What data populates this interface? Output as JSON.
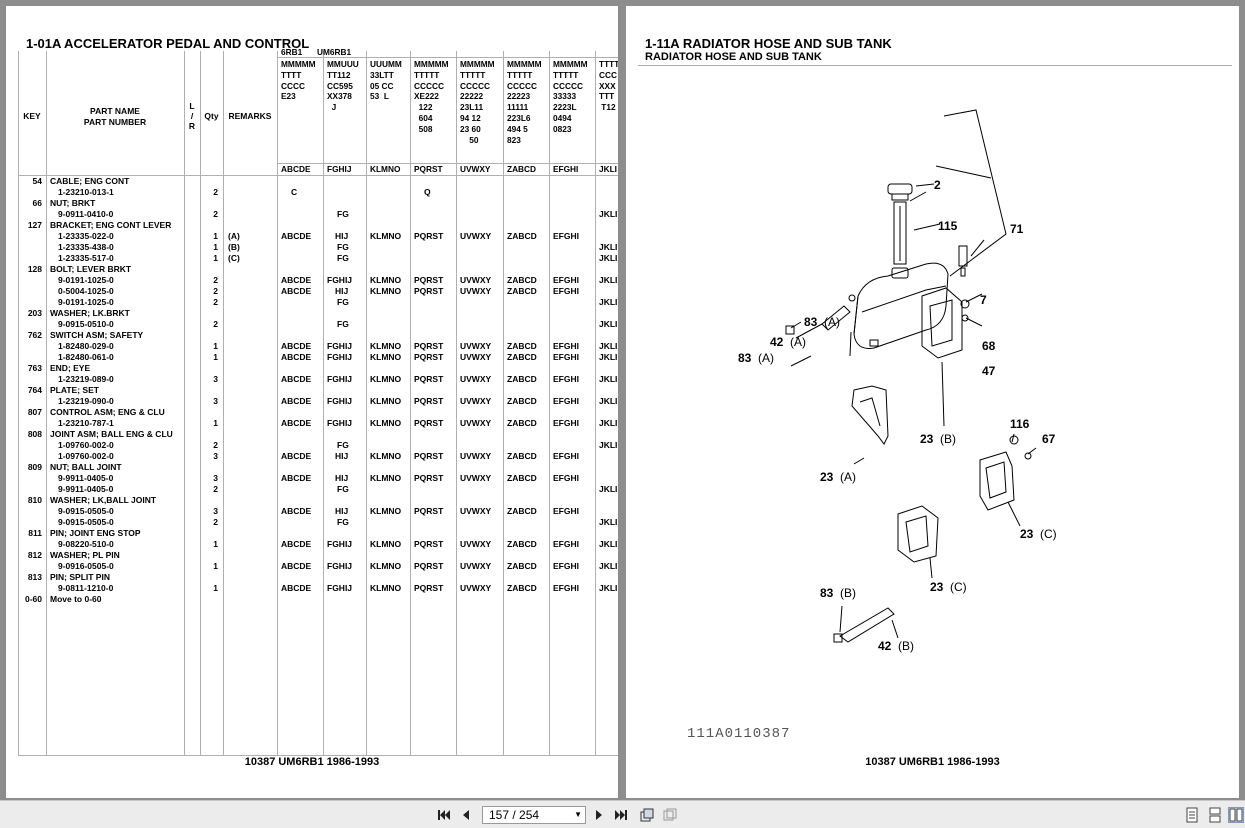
{
  "left_page": {
    "title": "1-01A  ACCELERATOR PEDAL AND CONTROL",
    "footer": "10387 UM6RB1 1986-1993",
    "headers": {
      "key": "KEY",
      "part_name": "PART NAME",
      "part_number": "PART NUMBER",
      "lr": "L\n/\nR",
      "qty": "Qty",
      "remarks": "REMARKS"
    },
    "model_codes": [
      "6RB1",
      "UM6RB1"
    ],
    "model_columns": [
      "MMMMM\nTTTT\nCCCC\nE23",
      "MMUUU\nTT112\nCC595\nXX378\n  J",
      "UUUMM\n33LTT\n05 CC\n53  L",
      "MMMMM\nTTTTT\nCCCCC\nXE222\n  122\n  604\n  508",
      "MMMMM\nTTTTT\nCCCCC\n22222\n23L11\n94 12\n23 60\n    50",
      "MMMMM\nTTTTT\nCCCCC\n22223\n11111\n223L6\n494 5\n823",
      "MMMMM\nTTTTT\nCCCCC\n33333\n2223L\n0494\n0823",
      "TTTT\nCCC\nXXX\nTTT\n T12"
    ],
    "col_keys": [
      "ABCDE",
      "FGHIJ",
      "KLMNO",
      "PQRST",
      "UVWXY",
      "ZABCD",
      "EFGHI",
      "JKLI"
    ],
    "rows": [
      {
        "key": "54",
        "name": "CABLE; ENG CONT"
      },
      {
        "pn": "1-23210-013-1",
        "qty": "2",
        "m": [
          "C",
          "",
          "",
          "Q",
          "",
          "",
          "",
          ""
        ]
      },
      {
        "key": "66",
        "name": "NUT; BRKT"
      },
      {
        "pn": "9-0911-0410-0",
        "qty": "2",
        "m": [
          "",
          "FG",
          "",
          "",
          "",
          "",
          "",
          "JKLI"
        ]
      },
      {
        "key": "127",
        "name": "BRACKET; ENG CONT LEVER"
      },
      {
        "pn": "1-23335-022-0",
        "qty": "1",
        "rem": "(A)",
        "m": [
          "ABCDE",
          "  HIJ",
          "KLMNO",
          "PQRST",
          "UVWXY",
          "ZABCD",
          "EFGHI",
          ""
        ]
      },
      {
        "pn": "1-23335-438-0",
        "qty": "1",
        "rem": "(B)",
        "m": [
          "",
          "FG",
          "",
          "",
          "",
          "",
          "",
          "JKLI"
        ]
      },
      {
        "pn": "1-23335-517-0",
        "qty": "1",
        "rem": "(C)",
        "m": [
          "",
          "FG",
          "",
          "",
          "",
          "",
          "",
          "JKLI"
        ]
      },
      {
        "key": "128",
        "name": "BOLT; LEVER BRKT"
      },
      {
        "pn": "9-0191-1025-0",
        "qty": "2",
        "m": [
          "ABCDE",
          "FGHIJ",
          "KLMNO",
          "PQRST",
          "UVWXY",
          "ZABCD",
          "EFGHI",
          "JKLI"
        ]
      },
      {
        "pn": "0-5004-1025-0",
        "qty": "2",
        "m": [
          "ABCDE",
          "  HIJ",
          "KLMNO",
          "PQRST",
          "UVWXY",
          "ZABCD",
          "EFGHI",
          ""
        ]
      },
      {
        "pn": "9-0191-1025-0",
        "qty": "2",
        "m": [
          "",
          "FG",
          "",
          "",
          "",
          "",
          "",
          "JKLI"
        ]
      },
      {
        "key": "203",
        "name": "WASHER; LK.BRKT"
      },
      {
        "pn": "9-0915-0510-0",
        "qty": "2",
        "m": [
          "",
          "FG",
          "",
          "",
          "",
          "",
          "",
          "JKLI"
        ]
      },
      {
        "key": "762",
        "name": "SWITCH ASM; SAFETY"
      },
      {
        "pn": "1-82480-029-0",
        "qty": "1",
        "m": [
          "ABCDE",
          "FGHIJ",
          "KLMNO",
          "PQRST",
          "UVWXY",
          "ZABCD",
          "EFGHI",
          "JKLI"
        ]
      },
      {
        "pn": "1-82480-061-0",
        "qty": "1",
        "m": [
          "ABCDE",
          "FGHIJ",
          "KLMNO",
          "PQRST",
          "UVWXY",
          "ZABCD",
          "EFGHI",
          "JKLI"
        ]
      },
      {
        "key": "763",
        "name": "END; EYE"
      },
      {
        "pn": "1-23219-089-0",
        "qty": "3",
        "m": [
          "ABCDE",
          "FGHIJ",
          "KLMNO",
          "PQRST",
          "UVWXY",
          "ZABCD",
          "EFGHI",
          "JKLI"
        ]
      },
      {
        "key": "764",
        "name": "PLATE; SET"
      },
      {
        "pn": "1-23219-090-0",
        "qty": "3",
        "m": [
          "ABCDE",
          "FGHIJ",
          "KLMNO",
          "PQRST",
          "UVWXY",
          "ZABCD",
          "EFGHI",
          "JKLI"
        ]
      },
      {
        "key": "807",
        "name": "CONTROL ASM; ENG & CLU"
      },
      {
        "pn": "1-23210-787-1",
        "qty": "1",
        "m": [
          "ABCDE",
          "FGHIJ",
          "KLMNO",
          "PQRST",
          "UVWXY",
          "ZABCD",
          "EFGHI",
          "JKLI"
        ]
      },
      {
        "key": "808",
        "name": "JOINT ASM; BALL ENG & CLU"
      },
      {
        "pn": "1-09760-002-0",
        "qty": "2",
        "m": [
          "",
          "FG",
          "",
          "",
          "",
          "",
          "",
          "JKLI"
        ]
      },
      {
        "pn": "1-09760-002-0",
        "qty": "3",
        "m": [
          "ABCDE",
          "  HIJ",
          "KLMNO",
          "PQRST",
          "UVWXY",
          "ZABCD",
          "EFGHI",
          ""
        ]
      },
      {
        "key": "809",
        "name": "NUT; BALL JOINT"
      },
      {
        "pn": "9-9911-0405-0",
        "qty": "3",
        "m": [
          "ABCDE",
          "  HIJ",
          "KLMNO",
          "PQRST",
          "UVWXY",
          "ZABCD",
          "EFGHI",
          ""
        ]
      },
      {
        "pn": "9-9911-0405-0",
        "qty": "2",
        "m": [
          "",
          "FG",
          "",
          "",
          "",
          "",
          "",
          "JKLI"
        ]
      },
      {
        "key": "810",
        "name": "WASHER; LK,BALL JOINT"
      },
      {
        "pn": "9-0915-0505-0",
        "qty": "3",
        "m": [
          "ABCDE",
          "  HIJ",
          "KLMNO",
          "PQRST",
          "UVWXY",
          "ZABCD",
          "EFGHI",
          ""
        ]
      },
      {
        "pn": "9-0915-0505-0",
        "qty": "2",
        "m": [
          "",
          "FG",
          "",
          "",
          "",
          "",
          "",
          "JKLI"
        ]
      },
      {
        "key": "811",
        "name": "PIN; JOINT ENG STOP"
      },
      {
        "pn": "9-08220-510-0",
        "qty": "1",
        "m": [
          "ABCDE",
          "FGHIJ",
          "KLMNO",
          "PQRST",
          "UVWXY",
          "ZABCD",
          "EFGHI",
          "JKLI"
        ]
      },
      {
        "key": "812",
        "name": "WASHER; PL PIN"
      },
      {
        "pn": "9-0916-0505-0",
        "qty": "1",
        "m": [
          "ABCDE",
          "FGHIJ",
          "KLMNO",
          "PQRST",
          "UVWXY",
          "ZABCD",
          "EFGHI",
          "JKLI"
        ]
      },
      {
        "key": "813",
        "name": "PIN; SPLIT PIN"
      },
      {
        "pn": "9-0811-1210-0",
        "qty": "1",
        "m": [
          "ABCDE",
          "FGHIJ",
          "KLMNO",
          "PQRST",
          "UVWXY",
          "ZABCD",
          "EFGHI",
          "JKLI"
        ]
      },
      {
        "key": "0-60",
        "name": "Move to 0-60"
      }
    ]
  },
  "right_page": {
    "title": "1-11A  RADIATOR HOSE AND SUB TANK",
    "subtitle": "RADIATOR HOSE AND SUB TANK",
    "footer": "10387 UM6RB1 1986-1993",
    "stamp": "111A0110387",
    "labels": {
      "l2": "2",
      "l115": "115",
      "l71": "71",
      "l7": "7",
      "l83a": "83",
      "l83a_v": "(A)",
      "l42a": "42",
      "l42a_v": "(A)",
      "l83a2": "83",
      "l83a2_v": "(A)",
      "l68": "68",
      "l47": "47",
      "l116": "116",
      "l67": "67",
      "l23b": "23",
      "l23b_v": "(B)",
      "l23a": "23",
      "l23a_v": "(A)",
      "l23c": "23",
      "l23c_v": "(C)",
      "l23c2": "23",
      "l23c2_v": "(C)",
      "l83b": "83",
      "l83b_v": "(B)",
      "l42b": "42",
      "l42b_v": "(B)"
    }
  },
  "toolbar": {
    "page_indicator": "157 / 254",
    "icons": [
      "first-page-icon",
      "prev-page-icon",
      "next-page-icon",
      "last-page-icon",
      "rotate-icon",
      "fit-icon",
      "single-page-view-icon",
      "continuous-view-icon",
      "two-page-view-icon"
    ]
  }
}
